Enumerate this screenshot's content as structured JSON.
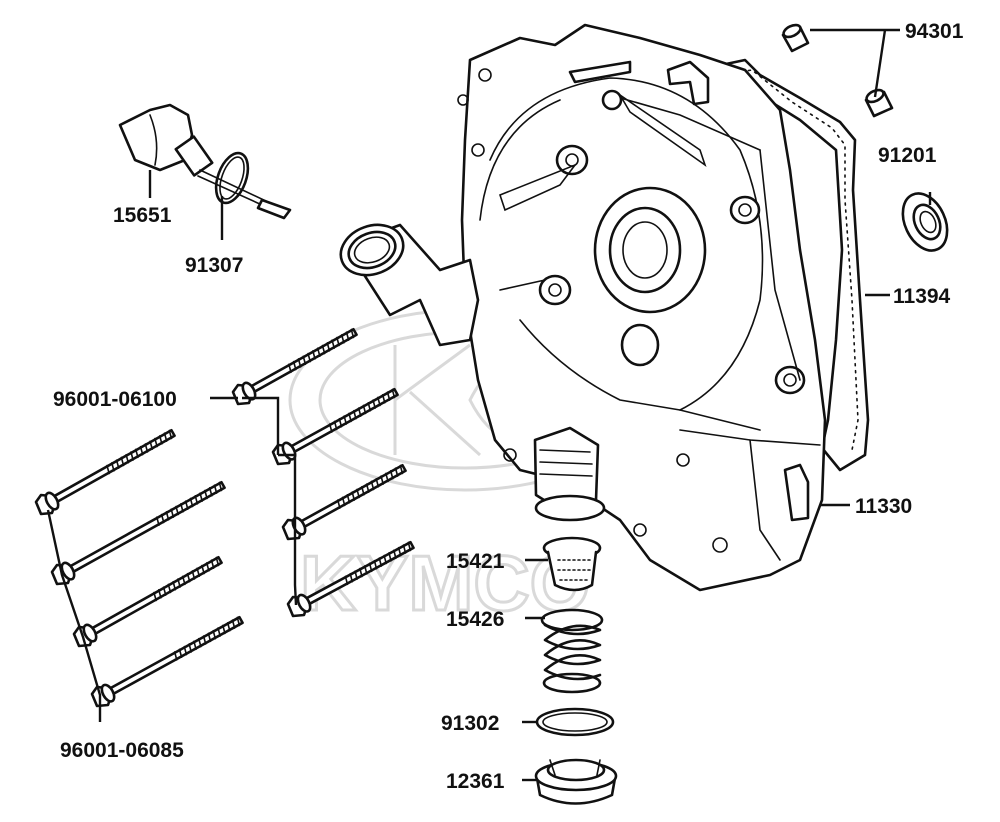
{
  "diagram": {
    "watermark": {
      "text": "KYMCO",
      "color": "#d0d0d0"
    },
    "labels": {
      "p94301": "94301",
      "p91201": "91201",
      "p11394": "11394",
      "p11330": "11330",
      "p15651": "15651",
      "p91307": "91307",
      "p96001_06100": "96001-06100",
      "p96001_06085": "96001-06085",
      "p15421": "15421",
      "p15426": "15426",
      "p91302": "91302",
      "p12361": "12361"
    }
  }
}
